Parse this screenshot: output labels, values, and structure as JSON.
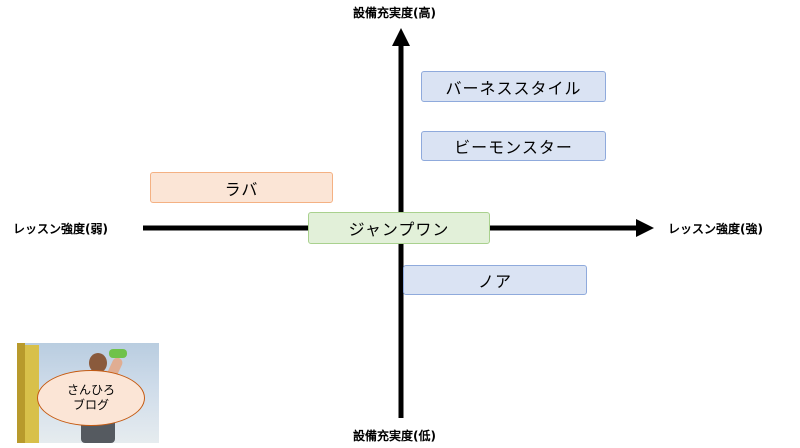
{
  "axes": {
    "top_label": "設備充実度(高)",
    "bottom_label": "設備充実度(低)",
    "left_label": "レッスン強度(弱)",
    "right_label": "レッスン強度(強)"
  },
  "boxes": {
    "barnes_style": "バーネススタイル",
    "b_monster": "ビーモンスター",
    "lava": "ラバ",
    "jump_one": "ジャンプワン",
    "noah": "ノア"
  },
  "badge": {
    "line1": "さんひろ",
    "line2": "ブログ"
  },
  "colors": {
    "axis": "#000000",
    "blue_fill": "#dae3f3",
    "blue_border": "#8faadc",
    "orange_fill": "#fbe5d6",
    "orange_border": "#f4b183",
    "green_fill": "#e2f0d9",
    "green_border": "#a9d18e"
  }
}
